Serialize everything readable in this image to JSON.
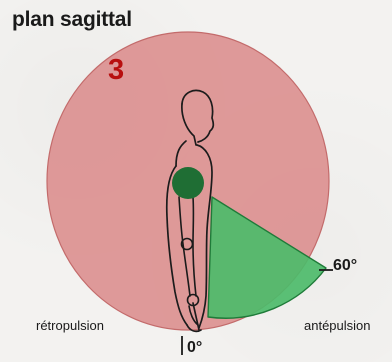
{
  "title": "plan sagittal",
  "figure_number": "3",
  "labels": {
    "left_direction": "rétropulsion",
    "right_direction": "antépulsion",
    "angle_60": "60°",
    "angle_0": "0°"
  },
  "colors": {
    "circle_fill": "#d98585",
    "circle_stroke": "#c36b6b",
    "joint_fill": "#1f6e34",
    "sector_fill": "#4dbb6a",
    "sector_stroke": "#1f7b39",
    "text_accent": "#b80f0f"
  }
}
